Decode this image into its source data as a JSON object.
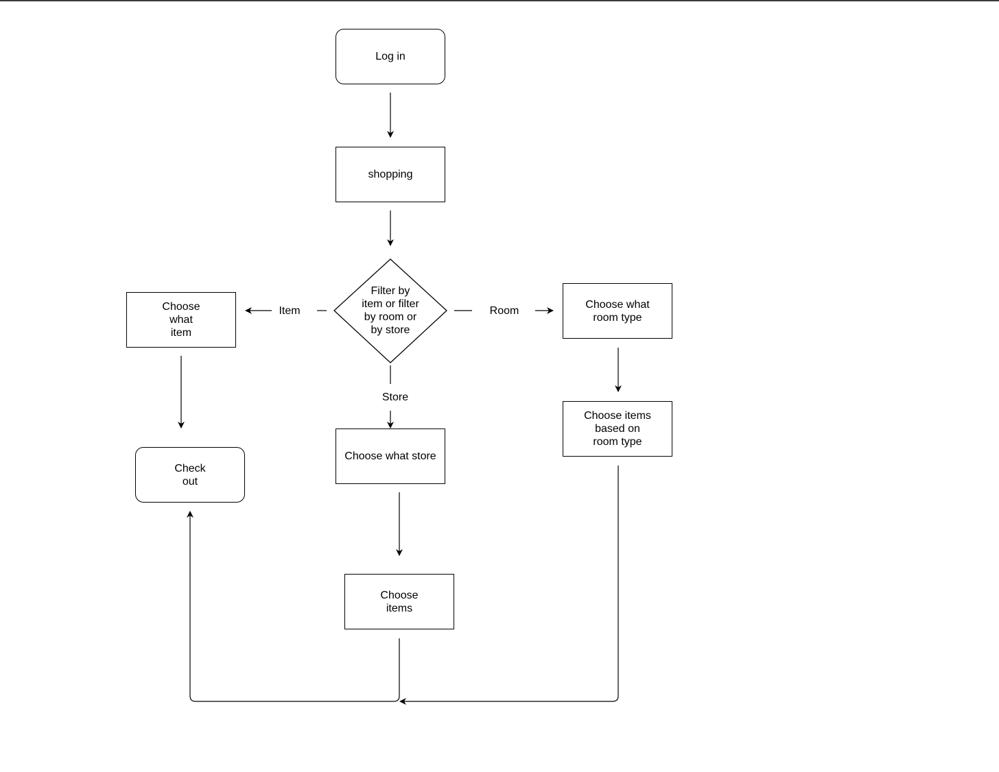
{
  "nodes": {
    "log_in": "Log in",
    "shopping": "shopping",
    "decision": "Filter by\nitem or filter\nby room or\nby store",
    "choose_what_item": "Choose\nwhat\nitem",
    "choose_what_room_type": "Choose what\nroom type",
    "choose_items_room": "Choose items\nbased on\nroom type",
    "choose_what_store": "Choose what store",
    "choose_items": "Choose\nitems",
    "check_out": "Check\nout"
  },
  "edges": {
    "item": "Item",
    "room": "Room",
    "store": "Store"
  }
}
